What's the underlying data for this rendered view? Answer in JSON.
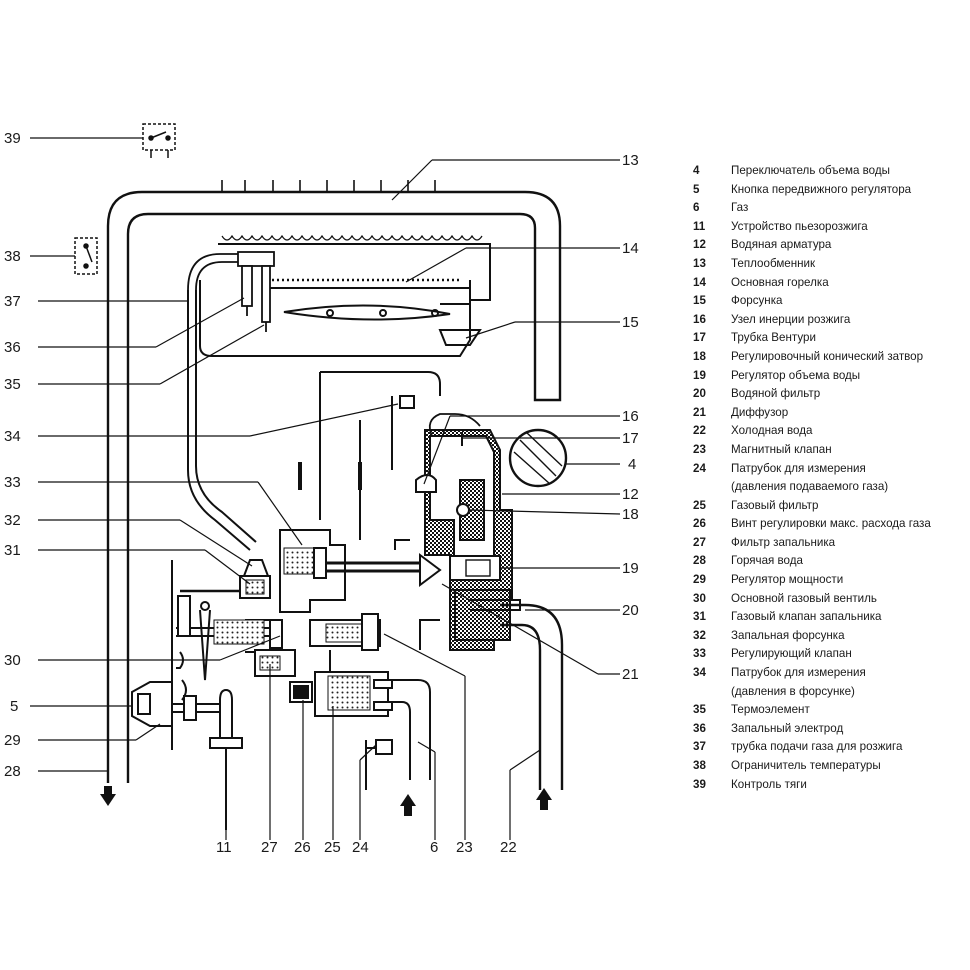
{
  "callouts": {
    "c4": "4",
    "c5": "5",
    "c6": "6",
    "c11": "11",
    "c12": "12",
    "c13": "13",
    "c14": "14",
    "c15": "15",
    "c16": "16",
    "c17": "17",
    "c18": "18",
    "c19": "19",
    "c20": "20",
    "c21": "21",
    "c22": "22",
    "c23": "23",
    "c24": "24",
    "c25": "25",
    "c26": "26",
    "c27": "27",
    "c28": "28",
    "c29": "29",
    "c30": "30",
    "c31": "31",
    "c32": "32",
    "c33": "33",
    "c34": "34",
    "c35": "35",
    "c36": "36",
    "c37": "37",
    "c38": "38",
    "c39": "39"
  },
  "legend": [
    {
      "num": "4",
      "text": "Переключатель объема воды"
    },
    {
      "num": "5",
      "text": "Кнопка передвижного регулятора"
    },
    {
      "num": "6",
      "text": "Газ"
    },
    {
      "num": "11",
      "text": "Устройство пьезорозжига"
    },
    {
      "num": "12",
      "text": "Водяная арматура"
    },
    {
      "num": "13",
      "text": "Теплообменник"
    },
    {
      "num": "14",
      "text": "Основная горелка"
    },
    {
      "num": "15",
      "text": "Форсунка"
    },
    {
      "num": "16",
      "text": "Узел инерции розжига"
    },
    {
      "num": "17",
      "text": "Трубка Вентури"
    },
    {
      "num": "18",
      "text": "Регулировочный конический затвор"
    },
    {
      "num": "19",
      "text": "Регулятор объема воды"
    },
    {
      "num": "20",
      "text": "Водяной фильтр"
    },
    {
      "num": "21",
      "text": "Диффузор"
    },
    {
      "num": "22",
      "text": "Холодная вода"
    },
    {
      "num": "23",
      "text": "Магнитный клапан"
    },
    {
      "num": "24",
      "text": "Патрубок для измерения",
      "text2": "(давления подаваемого газа)"
    },
    {
      "num": "25",
      "text": "Газовый фильтр"
    },
    {
      "num": "26",
      "text": "Винт регулировки макс. расхода газа"
    },
    {
      "num": "27",
      "text": "Фильтр запальника"
    },
    {
      "num": "28",
      "text": "Горячая вода"
    },
    {
      "num": "29",
      "text": "Регулятор мощности"
    },
    {
      "num": "30",
      "text": "Основной газовый вентиль"
    },
    {
      "num": "31",
      "text": "Газовый клапан запальника"
    },
    {
      "num": "32",
      "text": "Запальная форсунка"
    },
    {
      "num": "33",
      "text": "Регулирующий клапан"
    },
    {
      "num": "34",
      "text": "Патрубок для измерения",
      "text2": "(давления в форсунке)"
    },
    {
      "num": "35",
      "text": "Термоэлемент"
    },
    {
      "num": "36",
      "text": "Запальный электрод"
    },
    {
      "num": "37",
      "text": "трубка подачи газа для розжига"
    },
    {
      "num": "38",
      "text": "Ограничитель температуры"
    },
    {
      "num": "39",
      "text": "Контроль тяги"
    }
  ]
}
